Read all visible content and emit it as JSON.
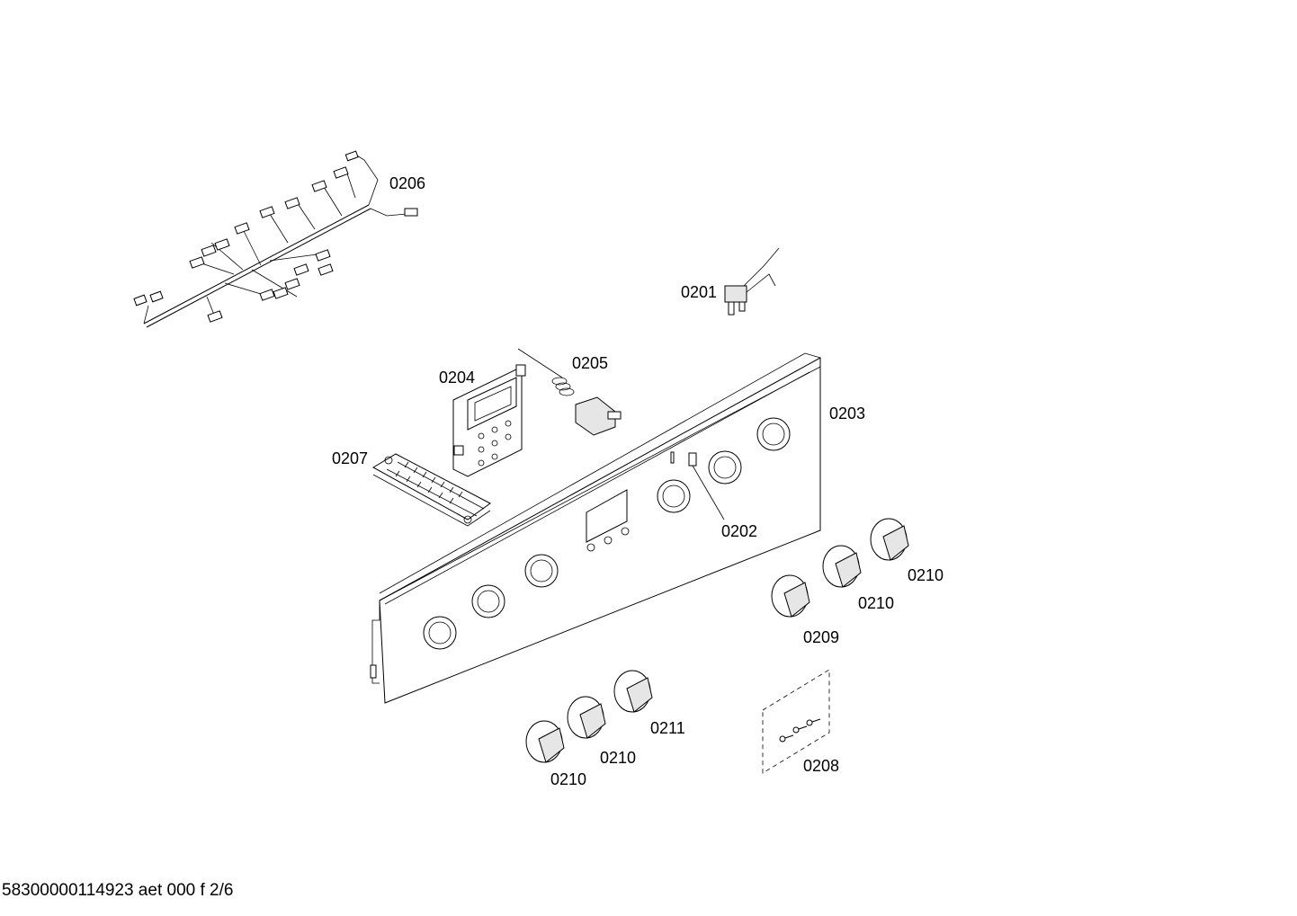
{
  "footer": {
    "text": "58300000114923 aet 000 f 2/6"
  },
  "labels": {
    "p0201": "0201",
    "p0202": "0202",
    "p0203": "0203",
    "p0204": "0204",
    "p0205": "0205",
    "p0206": "0206",
    "p0207": "0207",
    "p0208": "0208",
    "p0209": "0209",
    "p0210_a": "0210",
    "p0210_b": "0210",
    "p0210_c": "0210",
    "p0210_d": "0210",
    "p0211": "0211"
  }
}
